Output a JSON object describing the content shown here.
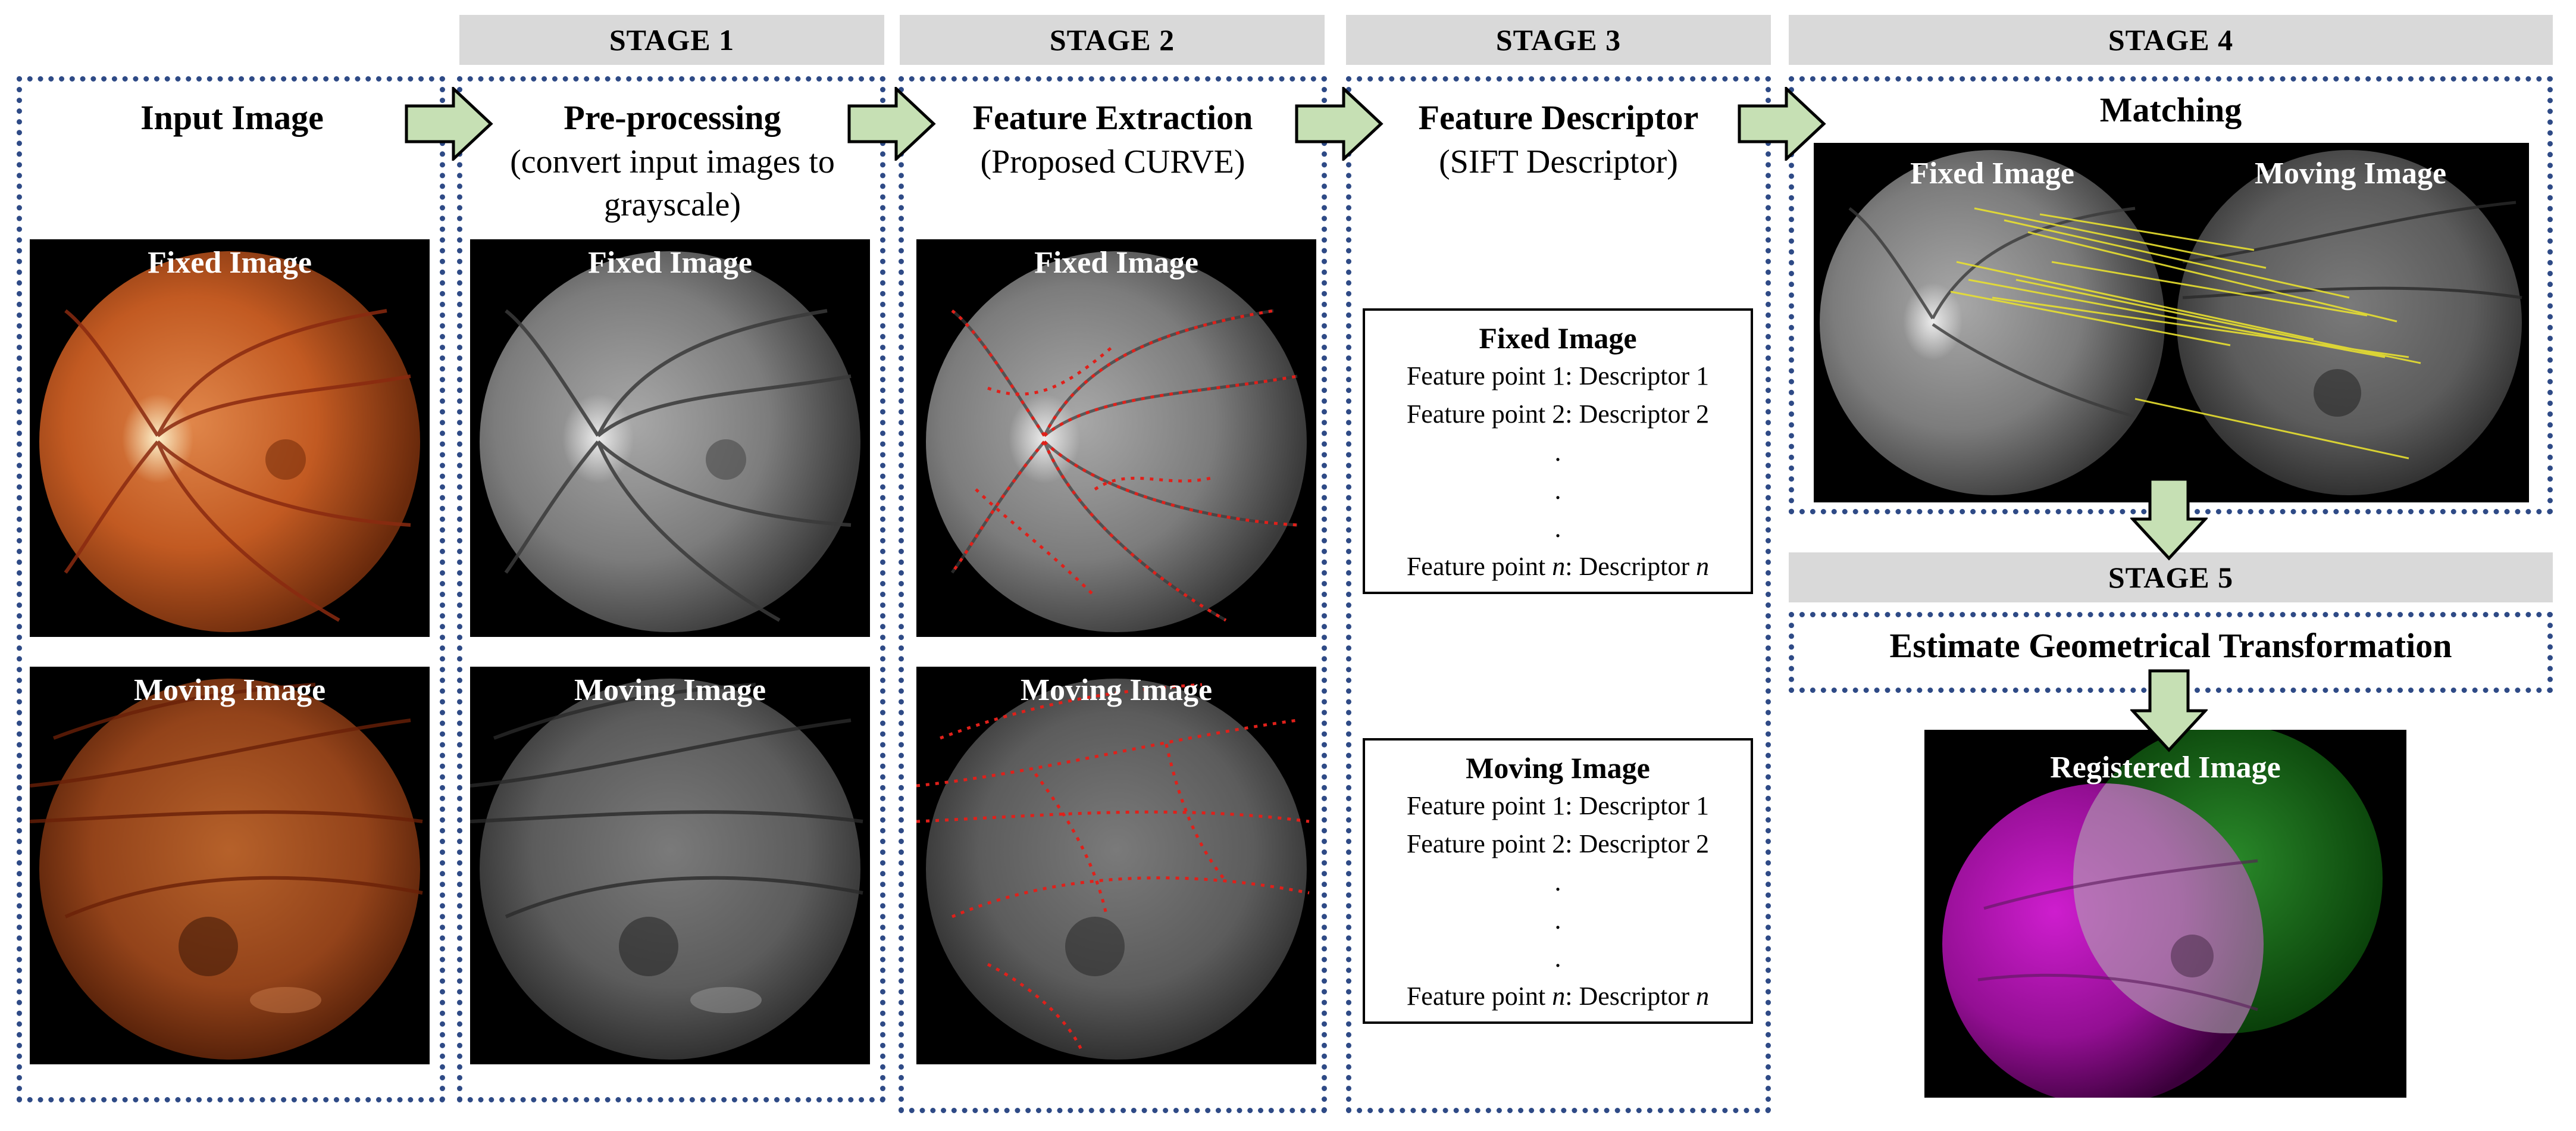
{
  "stages": {
    "s1": "STAGE 1",
    "s2": "STAGE 2",
    "s3": "STAGE 3",
    "s4": "STAGE 4",
    "s5": "STAGE 5"
  },
  "input": {
    "title": "Input Image",
    "fixed_label": "Fixed Image",
    "moving_label": "Moving Image"
  },
  "preprocess": {
    "title": "Pre-processing",
    "sub1": "(convert input images to",
    "sub2": "grayscale)",
    "fixed_label": "Fixed Image",
    "moving_label": "Moving Image"
  },
  "feature": {
    "title": "Feature Extraction",
    "sub": "(Proposed CURVE)",
    "fixed_label": "Fixed Image",
    "moving_label": "Moving Image"
  },
  "descriptor": {
    "title": "Feature Descriptor",
    "sub": "(SIFT Descriptor)",
    "fixed": {
      "heading": "Fixed Image",
      "line1": "Feature point 1: Descriptor 1",
      "line2": "Feature point 2: Descriptor 2",
      "dots": ".",
      "last_a": "Feature point ",
      "last_n1": "n",
      "last_b": ": Descriptor ",
      "last_n2": "n"
    },
    "moving": {
      "heading": "Moving Image",
      "line1": "Feature point 1: Descriptor 1",
      "line2": "Feature point 2: Descriptor 2",
      "dots": ".",
      "last_a": "Feature point ",
      "last_n1": "n",
      "last_b": ": Descriptor ",
      "last_n2": "n"
    }
  },
  "matching": {
    "title": "Matching",
    "fixed_label": "Fixed Image",
    "moving_label": "Moving Image"
  },
  "estimate": {
    "title": "Estimate Geometrical Transformation"
  },
  "registered": {
    "label": "Registered Image"
  },
  "colors": {
    "arrow_fill": "#c6e0b4",
    "box_border": "#2e4a86",
    "header_bg": "#d9d9d9",
    "feature_points": "#e0201a",
    "match_lines": "#e8e030",
    "overlay_magenta": "#c000c0",
    "overlay_green": "#0a6a0a"
  }
}
